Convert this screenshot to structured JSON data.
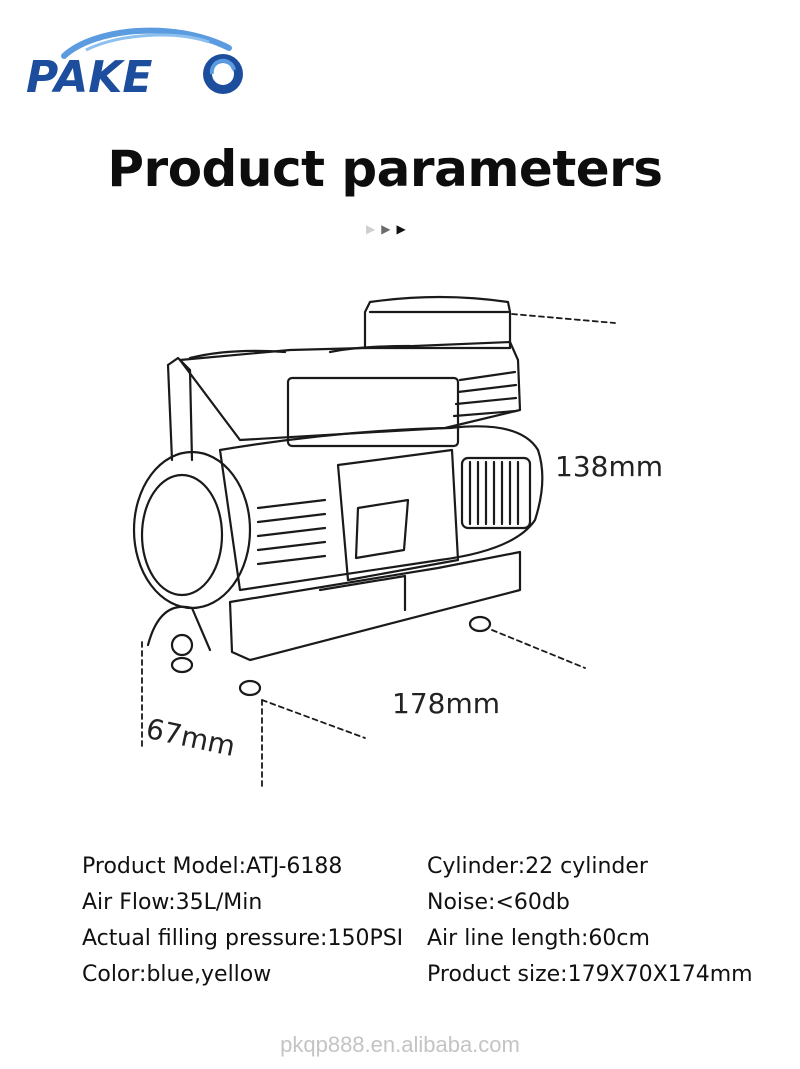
{
  "logo": {
    "text": "PAKE",
    "colors": {
      "primary": "#1d4e9e",
      "accent": "#5b9be0"
    }
  },
  "title": "Product parameters",
  "arrows": [
    "▶",
    "▶",
    "▶"
  ],
  "dimensions": {
    "height": "138mm",
    "length": "178mm",
    "width": "67mm"
  },
  "specs": [
    "Product Model:ATJ-6188",
    "Cylinder:22 cylinder",
    "Air Flow:35L/Min",
    "Noise:<60db",
    "Actual filling pressure:150PSI",
    "Air line length:60cm",
    "Color:blue,yellow",
    "Product size:179X70X174mm"
  ],
  "footer": "pkqp888.en.alibaba.com"
}
